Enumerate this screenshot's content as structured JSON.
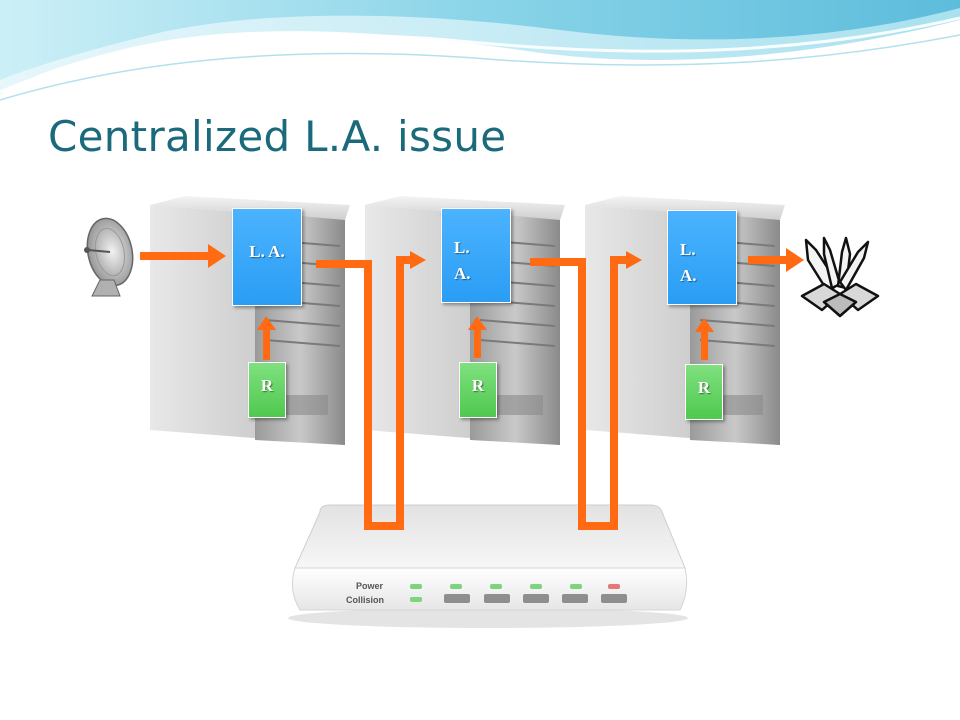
{
  "slide": {
    "title": "Centralized L.A. issue"
  },
  "servers": [
    {
      "la_label": "L. A.",
      "r_label": "R"
    },
    {
      "la_label": "L. A.",
      "r_label": "R"
    },
    {
      "la_label": "L. A.",
      "r_label": "R"
    }
  ],
  "switch": {
    "power_label": "Power",
    "collision_label": "Collision"
  },
  "colors": {
    "title": "#1a6a7c",
    "arrow": "#ff6a12",
    "la_box": "#2a9df4",
    "r_box": "#4fc94f",
    "power_led_active": "#7ed37e",
    "power_led_alert": "#e87878"
  },
  "icons": [
    "satellite-dish-icon",
    "rockets-icon",
    "server-icon",
    "network-switch-icon"
  ]
}
